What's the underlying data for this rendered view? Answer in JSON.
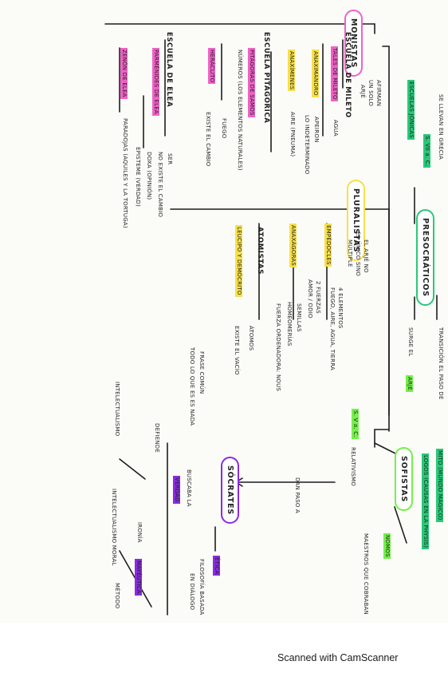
{
  "colors": {
    "pink": "#f062c6",
    "yellow": "#f7e04a",
    "green": "#29c978",
    "lime": "#74f04a",
    "purple": "#8a2be2",
    "ink": "#1d1d1d"
  },
  "nodes": {
    "presocraticos": "PRESOCRÁTICOS",
    "monistas": "MONISTAS",
    "pluralistas": "PLURALISTAS",
    "sofistas": "SOFISTAS",
    "socrates": "SÓCRATES"
  },
  "center": {
    "se_llevan": "SE LLEVAN EN GRECIA",
    "siglo": "S. VII a. C.",
    "escuelas": "ESCUELAS JÓNICAS",
    "transicion": "TRANSICIÓN EL PASO DE",
    "mito": "MITO (MUNDO MÁGICO)",
    "logos": "LOGOS (CAUSAS EN LA PHYSIS)",
    "surge": "SURGE EL",
    "arje": "ARJÉ"
  },
  "monistas": {
    "afirman": "AFIRMAN",
    "un_solo": "UN SOLO",
    "arje": "ARJÉ",
    "escuela_mileto": "ESCUELA DE MILETO",
    "tales": "TALES DE MILETO",
    "agua": "AGUA",
    "anaximandro": "ANAXIMANDRO",
    "apeiron": "APEIRON",
    "indeterminado": "LO INDETERMINADO",
    "anaximenes": "ANAXÍMENES",
    "aire": "AIRE (PNEUMA)",
    "escuela_pitagorica": "ESCUELA PITAGÓRICA",
    "pitagoras": "PITÁGORAS DE SAMOS",
    "numeros": "NÚMEROS (LOS ELEMENTOS NATURALES)",
    "heraclito": "HERÁCLITO",
    "fuego": "FUEGO",
    "existe_cambio": "EXISTE EL CAMBIO",
    "escuela_elea": "ESCUELA DE ELEA",
    "parmenides": "PARMÉNIDES DE ELEA",
    "ser": "SER",
    "no_existe": "NO EXISTE EL CAMBIO",
    "doxa": "DOXA (OPINIÓN)",
    "episteme": "EPISTEME (VERDAD)",
    "zenon": "ZENÓN DE ELEA",
    "paradojas": "PARADOJAS (AQUILES Y LA TORTUGA)"
  },
  "pluralistas": {
    "arje_no": "EL ARJÉ NO",
    "es_unico": "ES ÚNICO SINO",
    "multiple": "MÚLTIPLE",
    "empedocles": "EMPÉDOCLES",
    "cuatro": "4 ELEMENTOS",
    "elementos": "FUEGO, AIRE, AGUA, TIERRA",
    "fuerzas": "2 FUERZAS",
    "amor_odio": "AMOR / ODIO",
    "anaxagoras": "ANAXÁGORAS",
    "semillas": "SEMILLAS",
    "homeomerias": "HOMEOMERÍAS",
    "nous": "FUERZA ORDENADORA: NOUS",
    "atomistas": "ATOMISTAS",
    "leucipo": "LEUCIPO Y DEMÓCRITO",
    "atomos": "ÁTOMOS",
    "vacio": "EXISTE EL VACÍO"
  },
  "sofistas": {
    "sxv": "S. V a. C.",
    "relativismo": "RELATIVISMO",
    "nomos": "NOMOS",
    "maestros": "MAESTROS QUE COBRABAN",
    "frase": "TODO LO QUE ES ES NADA",
    "frase_autor": "FRASE COMÚN",
    "dan_paso": "DAN PASO A"
  },
  "socrates": {
    "arrow_label": "ÉTICA",
    "busca": "BUSCABA LA",
    "verdad": "VERDAD",
    "defiende": "DEFIENDE",
    "intelectualismo": "INTELECTUALISMO",
    "intelectualismo_moral": "INTELECTUALISMO MORAL",
    "ironia": "IRONÍA",
    "mayeutica": "MAYÉUTICA",
    "filosofia": "FILOSOFÍA BASADA",
    "dialogo": "EN DIÁLOGO",
    "metodo": "MÉTODO"
  },
  "footer": "Scanned with CamScanner"
}
